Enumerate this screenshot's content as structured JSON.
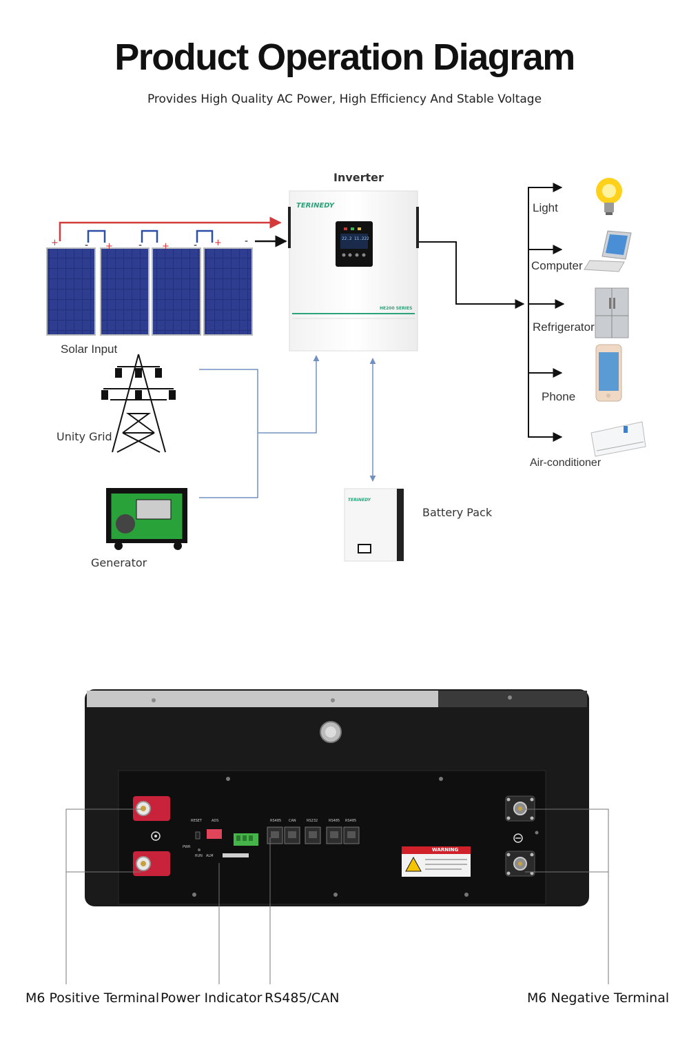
{
  "header": {
    "title": "Product Operation Diagram",
    "subtitle": "Provides High Quality AC Power, High Efficiency And Stable Voltage"
  },
  "diagram": {
    "inverter_label": "Inverter",
    "inverter_brand": "TERINEDY",
    "inverter_series": "HE200 SERIES",
    "solar_label": "Solar Input",
    "grid_label": "Unity Grid",
    "generator_label": "Generator",
    "battery_label": "Battery Pack",
    "battery_brand": "TERINEDY",
    "loads": [
      "Light",
      "Computer",
      "Refrigerator",
      "Phone",
      "Air-conditioner"
    ],
    "panel_plus": "+",
    "panel_minus": "-",
    "lcd_text": "22.2 11.222"
  },
  "battery_rear": {
    "ports": [
      "RESET",
      "ADS",
      "RS485",
      "CAN",
      "RS232",
      "RS485",
      "RS485"
    ],
    "indicators": [
      "PWR",
      "RUN",
      "ALM"
    ],
    "warning_text": "WARNING",
    "callouts": [
      "M6 Positive Terminal",
      "Power Indicator",
      "RS485/CAN",
      "M6 Negative Terminal"
    ]
  },
  "colors": {
    "positive_wire": "#d33a3a",
    "signal_line": "#7090c0",
    "panel_blue": "#23307a",
    "battery_red": "#c8233a",
    "inverter_green": "#2aa37a"
  }
}
